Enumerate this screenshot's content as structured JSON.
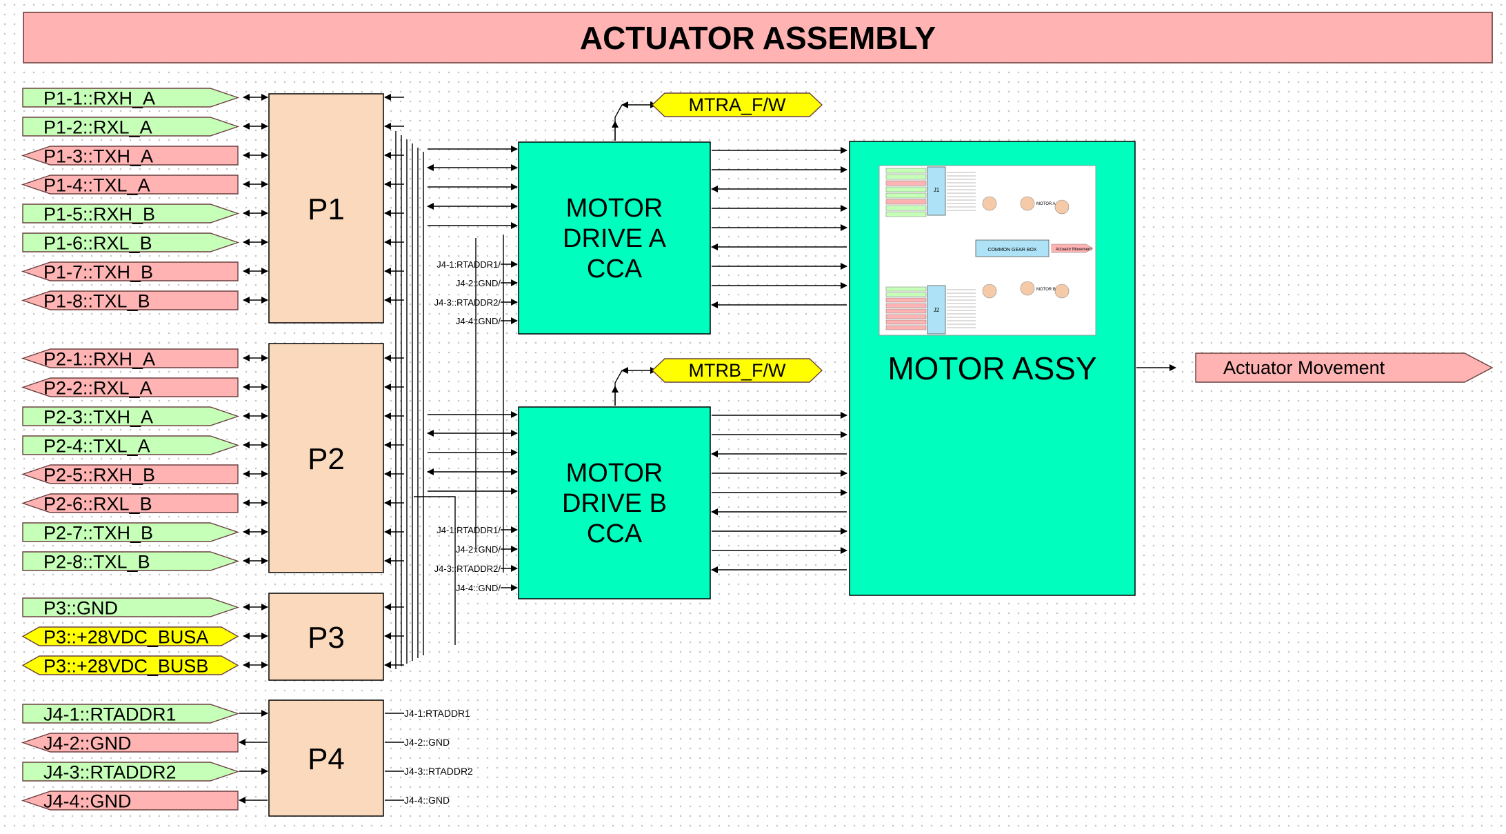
{
  "title": "ACTUATOR ASSEMBLY",
  "connectors": {
    "p1": {
      "label": "P1",
      "pins": [
        {
          "label": "P1-1::RXH_A",
          "type": "in"
        },
        {
          "label": "P1-2::RXL_A",
          "type": "in"
        },
        {
          "label": "P1-3::TXH_A",
          "type": "out"
        },
        {
          "label": "P1-4::TXL_A",
          "type": "out"
        },
        {
          "label": "P1-5::RXH_B",
          "type": "in"
        },
        {
          "label": "P1-6::RXL_B",
          "type": "in"
        },
        {
          "label": "P1-7::TXH_B",
          "type": "out"
        },
        {
          "label": "P1-8::TXL_B",
          "type": "out"
        }
      ]
    },
    "p2": {
      "label": "P2",
      "pins": [
        {
          "label": "P2-1::RXH_A",
          "type": "out"
        },
        {
          "label": "P2-2::RXL_A",
          "type": "out"
        },
        {
          "label": "P2-3::TXH_A",
          "type": "in"
        },
        {
          "label": "P2-4::TXL_A",
          "type": "in"
        },
        {
          "label": "P2-5::RXH_B",
          "type": "out"
        },
        {
          "label": "P2-6::RXL_B",
          "type": "out"
        },
        {
          "label": "P2-7::TXH_B",
          "type": "in"
        },
        {
          "label": "P2-8::TXL_B",
          "type": "in"
        }
      ]
    },
    "p3": {
      "label": "P3",
      "pins": [
        {
          "label": "P3::GND",
          "type": "in"
        },
        {
          "label": "P3::+28VDC_BUSA",
          "type": "power"
        },
        {
          "label": "P3::+28VDC_BUSB",
          "type": "power"
        }
      ]
    },
    "p4": {
      "label": "P4",
      "pins": [
        {
          "label": "J4-1::RTADDR1",
          "type": "in"
        },
        {
          "label": "J4-2::GND",
          "type": "out"
        },
        {
          "label": "J4-3::RTADDR2",
          "type": "in"
        },
        {
          "label": "J4-4::GND",
          "type": "out"
        }
      ],
      "outputs": [
        "J4-1:RTADDR1",
        "J4-2::GND",
        "J4-3::RTADDR2",
        "J4-4::GND"
      ]
    }
  },
  "motor_drive_a": {
    "lines": [
      "MOTOR",
      "DRIVE A",
      "CCA"
    ],
    "port": "MTRA_F/W",
    "inputs": [
      "J4-1:RTADDR1/",
      "J4-2::GND/",
      "J4-3::RTADDR2/",
      "J4-4::GND/"
    ]
  },
  "motor_drive_b": {
    "lines": [
      "MOTOR",
      "DRIVE B",
      "CCA"
    ],
    "port": "MTRB_F/W",
    "inputs": [
      "J4-1:RTADDR1/",
      "J4-2::GND/",
      "J4-3::RTADDR2/",
      "J4-4::GND/"
    ]
  },
  "motor_assy": {
    "label": "MOTOR ASSY",
    "output": "Actuator Movement",
    "thumbnail": {
      "j1": "J1",
      "j2": "J2",
      "gearbox": "COMMON GEAR BOX",
      "motor_a": "MOTOR A",
      "motor_b": "MOTOR B",
      "output": "Actuator Movement"
    }
  },
  "colors": {
    "in": "#c6ffb8",
    "out": "#ffb3b3",
    "power": "#ffff00",
    "block": "#fad9bc",
    "drive": "#00ffbf",
    "title": "#ffb3b3"
  }
}
